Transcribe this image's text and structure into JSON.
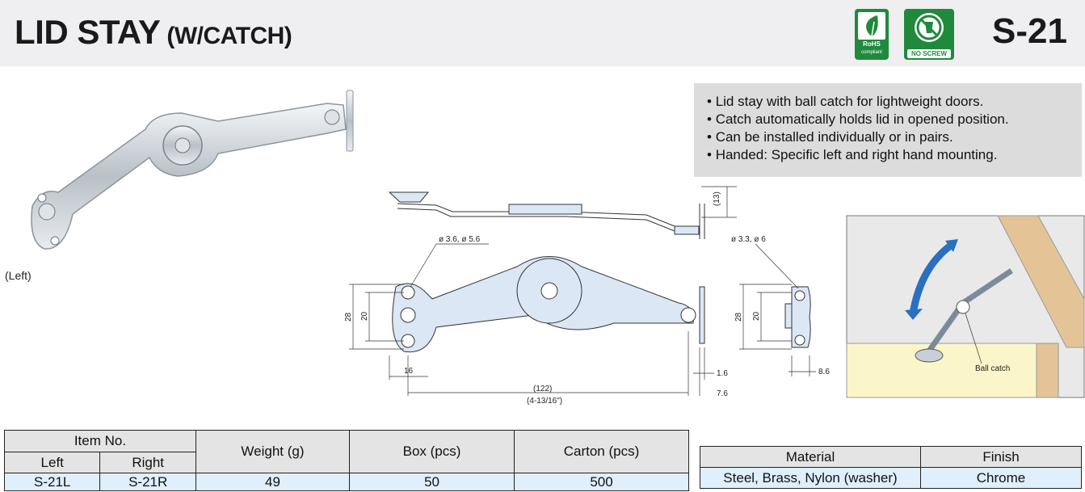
{
  "header": {
    "title": "LID STAY",
    "subtitle": "(W/CATCH)",
    "code": "S-21",
    "badges": [
      {
        "name": "rohs-badge",
        "label": "RoHS",
        "sublabel": "compliant"
      },
      {
        "name": "no-screw-badge",
        "label": "NO SCREW"
      }
    ]
  },
  "features": [
    "Lid stay with ball catch for lightweight doors.",
    "Catch automatically holds lid in opened position.",
    "Can be installed individually or in pairs.",
    "Handed: Specific left and right hand mounting."
  ],
  "photo_caption": "(Left)",
  "drawing": {
    "hole_left": "ø 3.6, ø 5.6",
    "hole_right": "ø 3.3, ø 6",
    "height_top": "(13)",
    "dim_28_left": "28",
    "dim_20_left": "20",
    "dim_16": "16",
    "dim_122": "(122)",
    "dim_122_inch": "(4-13/16\")",
    "dim_1_6": "1.6",
    "dim_7_6": "7.6",
    "dim_28_right": "28",
    "dim_20_right": "20",
    "dim_8_6": "8.6",
    "ball_catch": "Ball catch"
  },
  "spec_table": {
    "headers": {
      "item_no": "Item No.",
      "left": "Left",
      "right": "Right",
      "weight": "Weight (g)",
      "box": "Box (pcs)",
      "carton": "Carton (pcs)"
    },
    "row": {
      "left": "S-21L",
      "right": "S-21R",
      "weight": "49",
      "box": "50",
      "carton": "500"
    }
  },
  "material_table": {
    "headers": {
      "material": "Material",
      "finish": "Finish"
    },
    "row": {
      "material": "Steel, Brass, Nylon (washer)",
      "finish": "Chrome"
    }
  },
  "colors": {
    "header_bg": "#efeff1",
    "badge_green": "#1f8a3c",
    "feature_bg": "#dcdcdc",
    "table_header_bg": "#e4e4e4",
    "table_cell_bg": "#dfeffc",
    "drawing_fill": "#dbe7f5"
  }
}
